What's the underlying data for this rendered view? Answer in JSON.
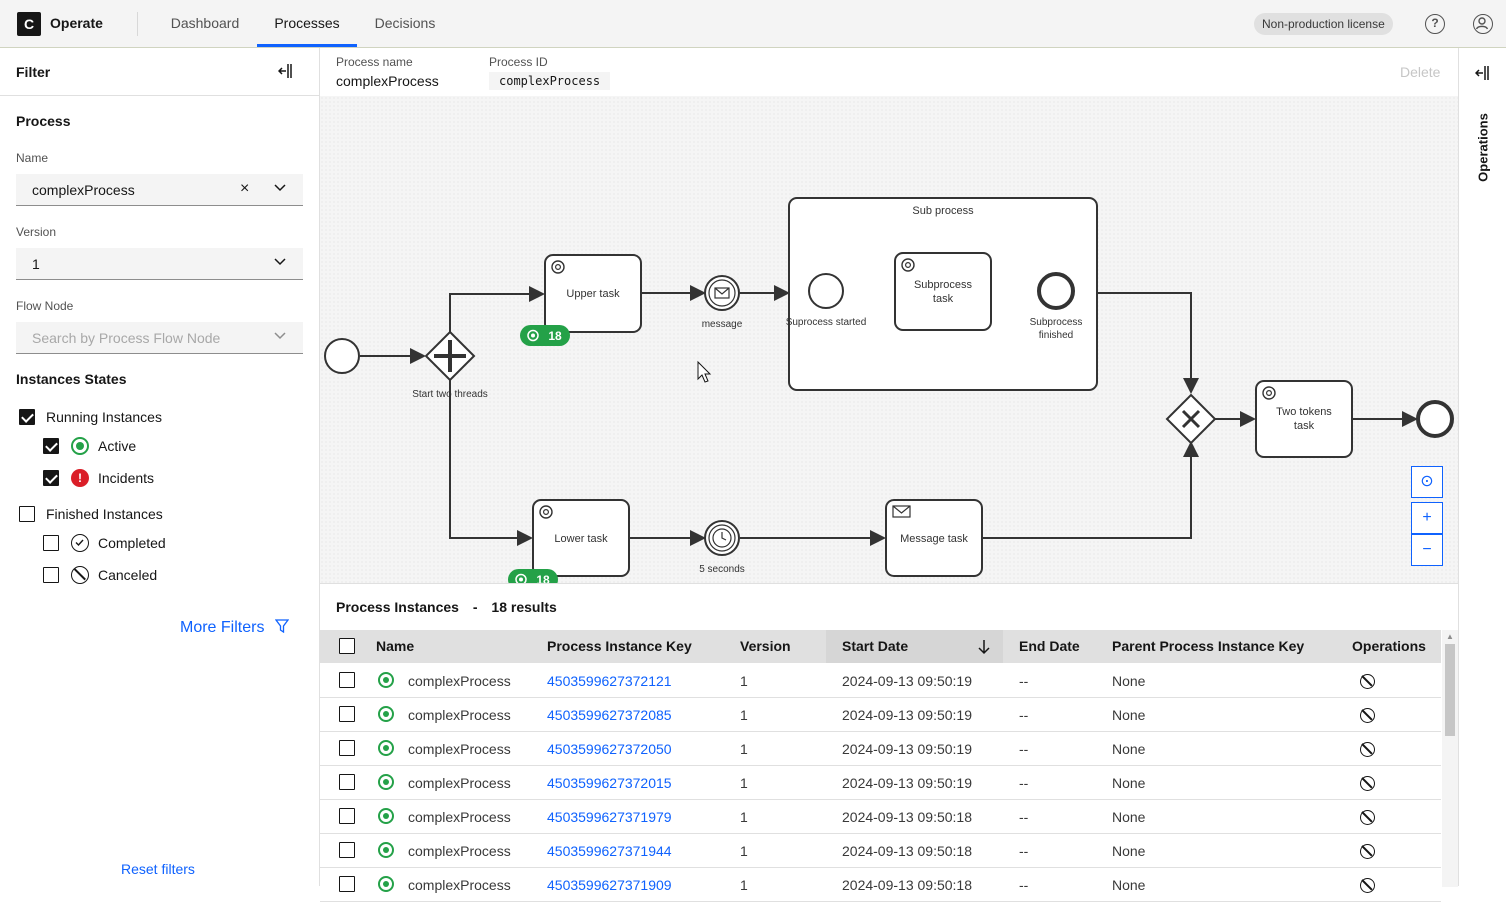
{
  "header": {
    "logo_letter": "C",
    "app_name": "Operate",
    "nav": [
      {
        "label": "Dashboard",
        "active": false
      },
      {
        "label": "Processes",
        "active": true
      },
      {
        "label": "Decisions",
        "active": false
      }
    ],
    "license_label": "Non-production license",
    "help_icon": "help-icon",
    "user_icon": "user-icon"
  },
  "filter": {
    "title": "Filter",
    "process_section": "Process",
    "name_label": "Name",
    "name_value": "complexProcess",
    "version_label": "Version",
    "version_value": "1",
    "flow_node_label": "Flow Node",
    "flow_node_placeholder": "Search by Process Flow Node",
    "states_section": "Instances States",
    "running": {
      "label": "Running Instances",
      "checked": true
    },
    "active": {
      "label": "Active",
      "checked": true
    },
    "incidents": {
      "label": "Incidents",
      "checked": true
    },
    "finished": {
      "label": "Finished Instances",
      "checked": false
    },
    "completed": {
      "label": "Completed",
      "checked": false
    },
    "canceled": {
      "label": "Canceled",
      "checked": false
    },
    "more_filters": "More Filters",
    "reset": "Reset filters"
  },
  "process": {
    "name_label": "Process name",
    "name_value": "complexProcess",
    "id_label": "Process ID",
    "id_value": "complexProcess",
    "delete_label": "Delete"
  },
  "diagram": {
    "subprocess_title": "Sub process",
    "upper_task": "Upper task",
    "lower_task": "Lower task",
    "message_event": "message",
    "timer_event": "5 seconds",
    "gateway_label": "Start two threads",
    "sub_start": "Suprocess started",
    "sub_task": [
      "Subprocess",
      "task"
    ],
    "sub_end": [
      "Subprocess",
      "finished"
    ],
    "message_task": "Message task",
    "two_tokens_task": [
      "Two tokens",
      "task"
    ],
    "upper_count": "18",
    "lower_count": "18",
    "zoom_reset": "⊙",
    "zoom_in": "+",
    "zoom_out": "−"
  },
  "operations_panel": {
    "label": "Operations"
  },
  "results": {
    "title": "Process Instances",
    "separator": "-",
    "count_label": "18 results",
    "columns": [
      "Name",
      "Process Instance Key",
      "Version",
      "Start Date",
      "End Date",
      "Parent Process Instance Key",
      "Operations"
    ],
    "rows": [
      {
        "name": "complexProcess",
        "key": "4503599627372121",
        "version": "1",
        "start": "2024-09-13 09:50:19",
        "end": "--",
        "parent": "None"
      },
      {
        "name": "complexProcess",
        "key": "4503599627372085",
        "version": "1",
        "start": "2024-09-13 09:50:19",
        "end": "--",
        "parent": "None"
      },
      {
        "name": "complexProcess",
        "key": "4503599627372050",
        "version": "1",
        "start": "2024-09-13 09:50:19",
        "end": "--",
        "parent": "None"
      },
      {
        "name": "complexProcess",
        "key": "4503599627372015",
        "version": "1",
        "start": "2024-09-13 09:50:19",
        "end": "--",
        "parent": "None"
      },
      {
        "name": "complexProcess",
        "key": "4503599627371979",
        "version": "1",
        "start": "2024-09-13 09:50:18",
        "end": "--",
        "parent": "None"
      },
      {
        "name": "complexProcess",
        "key": "4503599627371944",
        "version": "1",
        "start": "2024-09-13 09:50:18",
        "end": "--",
        "parent": "None"
      },
      {
        "name": "complexProcess",
        "key": "4503599627371909",
        "version": "1",
        "start": "2024-09-13 09:50:18",
        "end": "--",
        "parent": "None"
      }
    ]
  },
  "colors": {
    "accent": "#0f62fe",
    "active": "#24a148",
    "incident": "#da1e28"
  }
}
